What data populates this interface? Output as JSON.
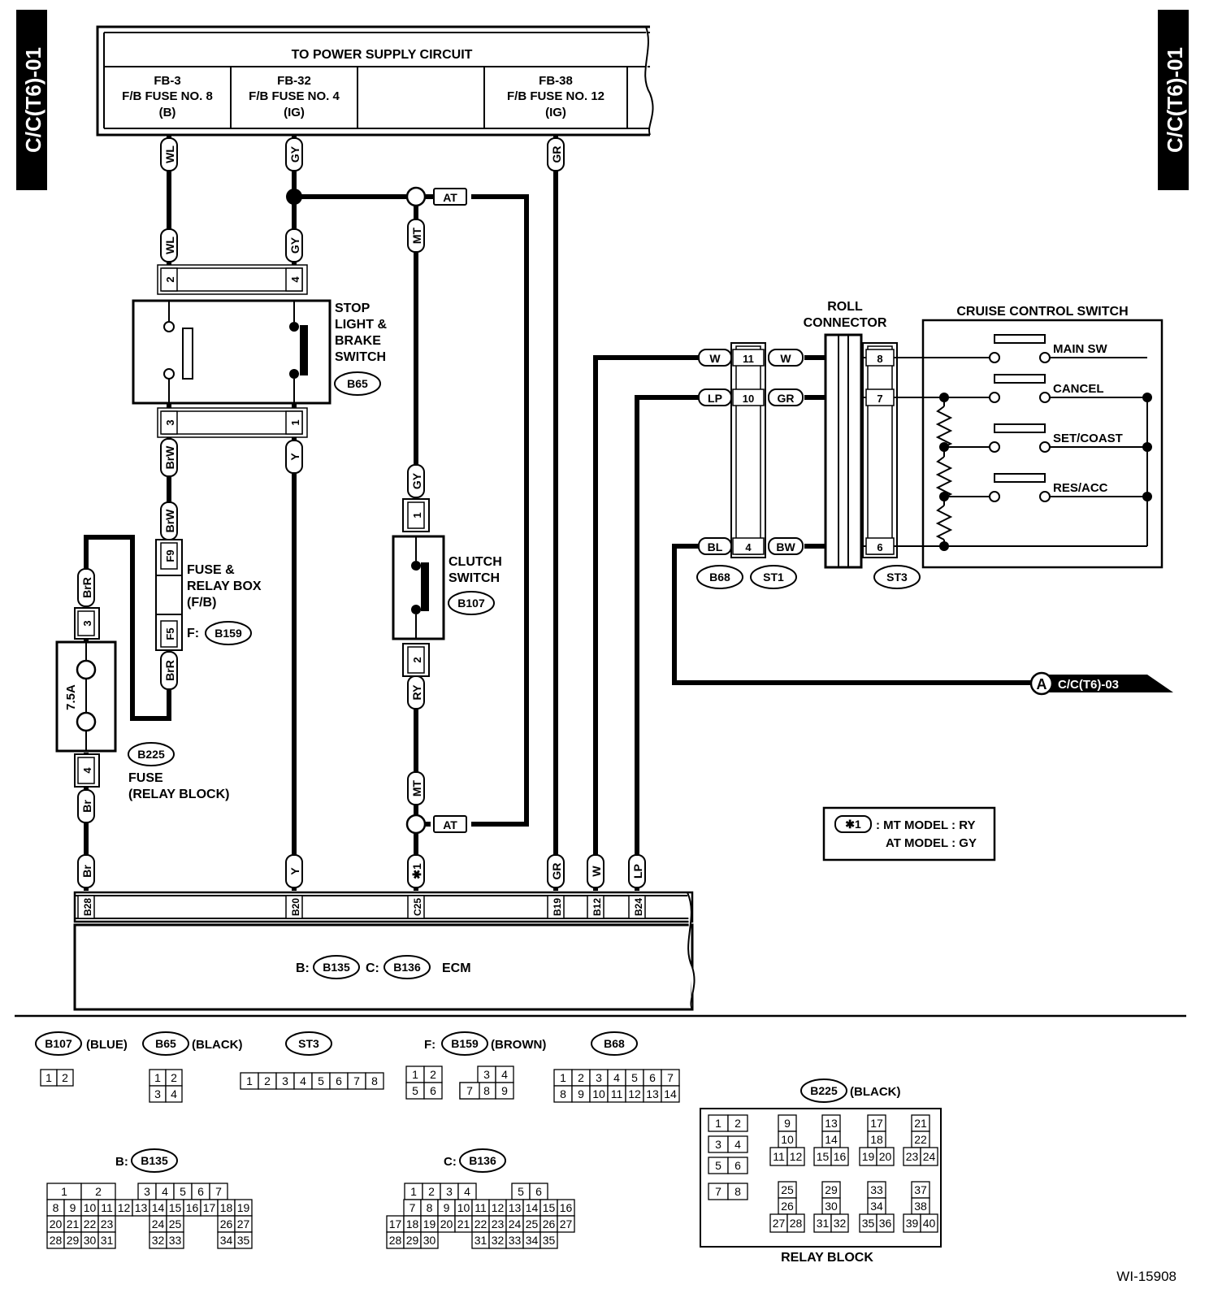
{
  "side_label": "C/C(T6)-01",
  "power": {
    "title": "TO POWER SUPPLY CIRCUIT",
    "fuses": [
      {
        "id": "FB-3",
        "name": "F/B FUSE NO. 8",
        "sup": "(B)"
      },
      {
        "id": "FB-32",
        "name": "F/B FUSE NO. 4",
        "sup": "(IG)"
      },
      {
        "id": "FB-38",
        "name": "F/B FUSE NO. 12",
        "sup": "(IG)"
      }
    ]
  },
  "wires": {
    "WL": "WL",
    "GY": "GY",
    "GR": "GR",
    "AT": "AT",
    "MT": "MT",
    "Y": "Y",
    "BrW": "BrW",
    "BrR": "BrR",
    "Br": "Br",
    "RY": "RY",
    "W": "W",
    "LP": "LP",
    "BL": "BL",
    "BW": "BW",
    "star1": "✱1"
  },
  "pins": {
    "p1": "1",
    "p2": "2",
    "p3": "3",
    "p4": "4",
    "p6": "6",
    "p7": "7",
    "p8": "8",
    "p10": "10",
    "p11": "11",
    "F9": "F9",
    "F5": "F5"
  },
  "stop_switch": {
    "l1": "STOP",
    "l2": "LIGHT &",
    "l3": "BRAKE",
    "l4": "SWITCH",
    "conn": "B65"
  },
  "clutch_switch": {
    "l1": "CLUTCH",
    "l2": "SWITCH",
    "conn": "B107"
  },
  "fuse_relay_box": {
    "l1": "FUSE &",
    "l2": "RELAY BOX",
    "l3": "(F/B)",
    "prefix": "F:",
    "conn": "B159"
  },
  "fuse_block": {
    "rating": "7.5A",
    "conn": "B225",
    "l1": "FUSE",
    "l2": "(RELAY BLOCK)"
  },
  "roll_connector": {
    "l1": "ROLL",
    "l2": "CONNECTOR",
    "conn_a": "B68",
    "conn_b": "ST1",
    "conn_c": "ST3"
  },
  "cruise_switch": {
    "title": "CRUISE CONTROL SWITCH",
    "items": [
      "MAIN SW",
      "CANCEL",
      "SET/COAST",
      "RES/ACC"
    ]
  },
  "ecm": {
    "pins": [
      "B28",
      "B20",
      "C25",
      "B19",
      "B12",
      "B24"
    ],
    "b_prefix": "B:",
    "b_conn": "B135",
    "c_prefix": "C:",
    "c_conn": "B136",
    "label": "ECM"
  },
  "offpage": {
    "letter": "A",
    "ref": "C/C(T6)-03"
  },
  "note": {
    "tag": "✱1",
    "line1": ": MT MODEL  : RY",
    "line2": "AT MODEL   : GY"
  },
  "connectors": {
    "b107": {
      "name": "B107",
      "color": "(BLUE)"
    },
    "b65": {
      "name": "B65",
      "color": "(BLACK)"
    },
    "st3": {
      "name": "ST3"
    },
    "b159": {
      "prefix": "F:",
      "name": "B159",
      "color": "(BROWN)"
    },
    "b68": {
      "name": "B68"
    },
    "b225": {
      "name": "B225",
      "color": "(BLACK)",
      "label": "RELAY BLOCK"
    },
    "b135": {
      "prefix": "B:",
      "name": "B135"
    },
    "b136": {
      "prefix": "C:",
      "name": "B136"
    }
  },
  "figure_id": "WI-15908"
}
